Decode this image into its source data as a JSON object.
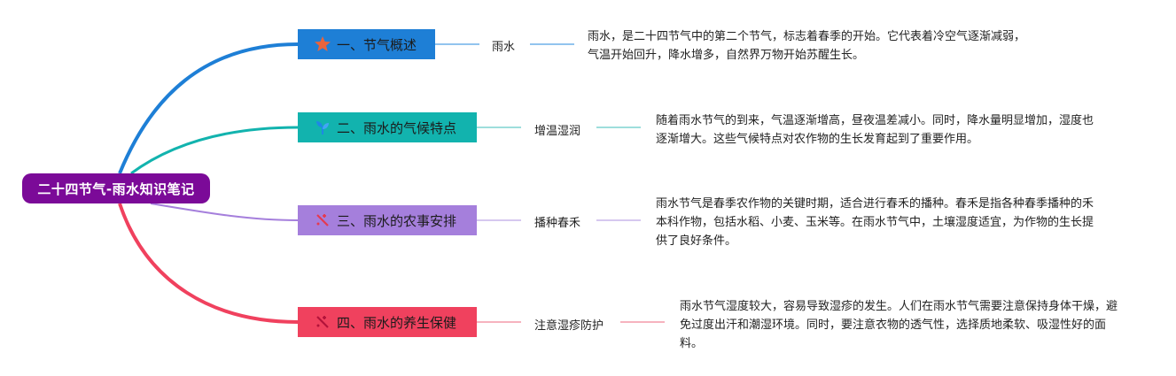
{
  "root": {
    "label": "二十四节气-雨水知识笔记",
    "color": "#7b0a98"
  },
  "branches": [
    {
      "label": "一、节气概述",
      "icon": "star-icon",
      "color": "#1e7fd6",
      "keyword": "雨水",
      "description": "雨水，是二十四节气中的第二个节气，标志着春季的开始。它代表着冷空气逐渐减弱，气温开始回升，降水增多，自然界万物开始苏醒生长。"
    },
    {
      "label": "二、雨水的气候特点",
      "icon": "sprout-icon",
      "color": "#12b3ae",
      "keyword": "增温湿润",
      "description": "随着雨水节气的到来，气温逐渐增高，昼夜温差减小。同时，降水量明显增加，湿度也逐渐增大。这些气候特点对农作物的生长发育起到了重要作用。"
    },
    {
      "label": "三、雨水的农事安排",
      "icon": "sparkle-icon",
      "color": "#a57fdc",
      "keyword": "播种春禾",
      "description": "雨水节气是春季农作物的关键时期，适合进行春禾的播种。春禾是指各种春季播种的禾本科作物，包括水稻、小麦、玉米等。在雨水节气中，土壤湿度适宜，为作物的生长提供了良好条件。"
    },
    {
      "label": "四、雨水的养生保健",
      "icon": "sparkle-icon",
      "color": "#f0415e",
      "keyword": "注意湿疹防护",
      "description": "雨水节气湿度较大，容易导致湿疹的发生。人们在雨水节气需要注意保持身体干燥，避免过度出汗和潮湿环境。同时，要注意衣物的透气性，选择质地柔软、吸湿性好的面料。"
    }
  ]
}
